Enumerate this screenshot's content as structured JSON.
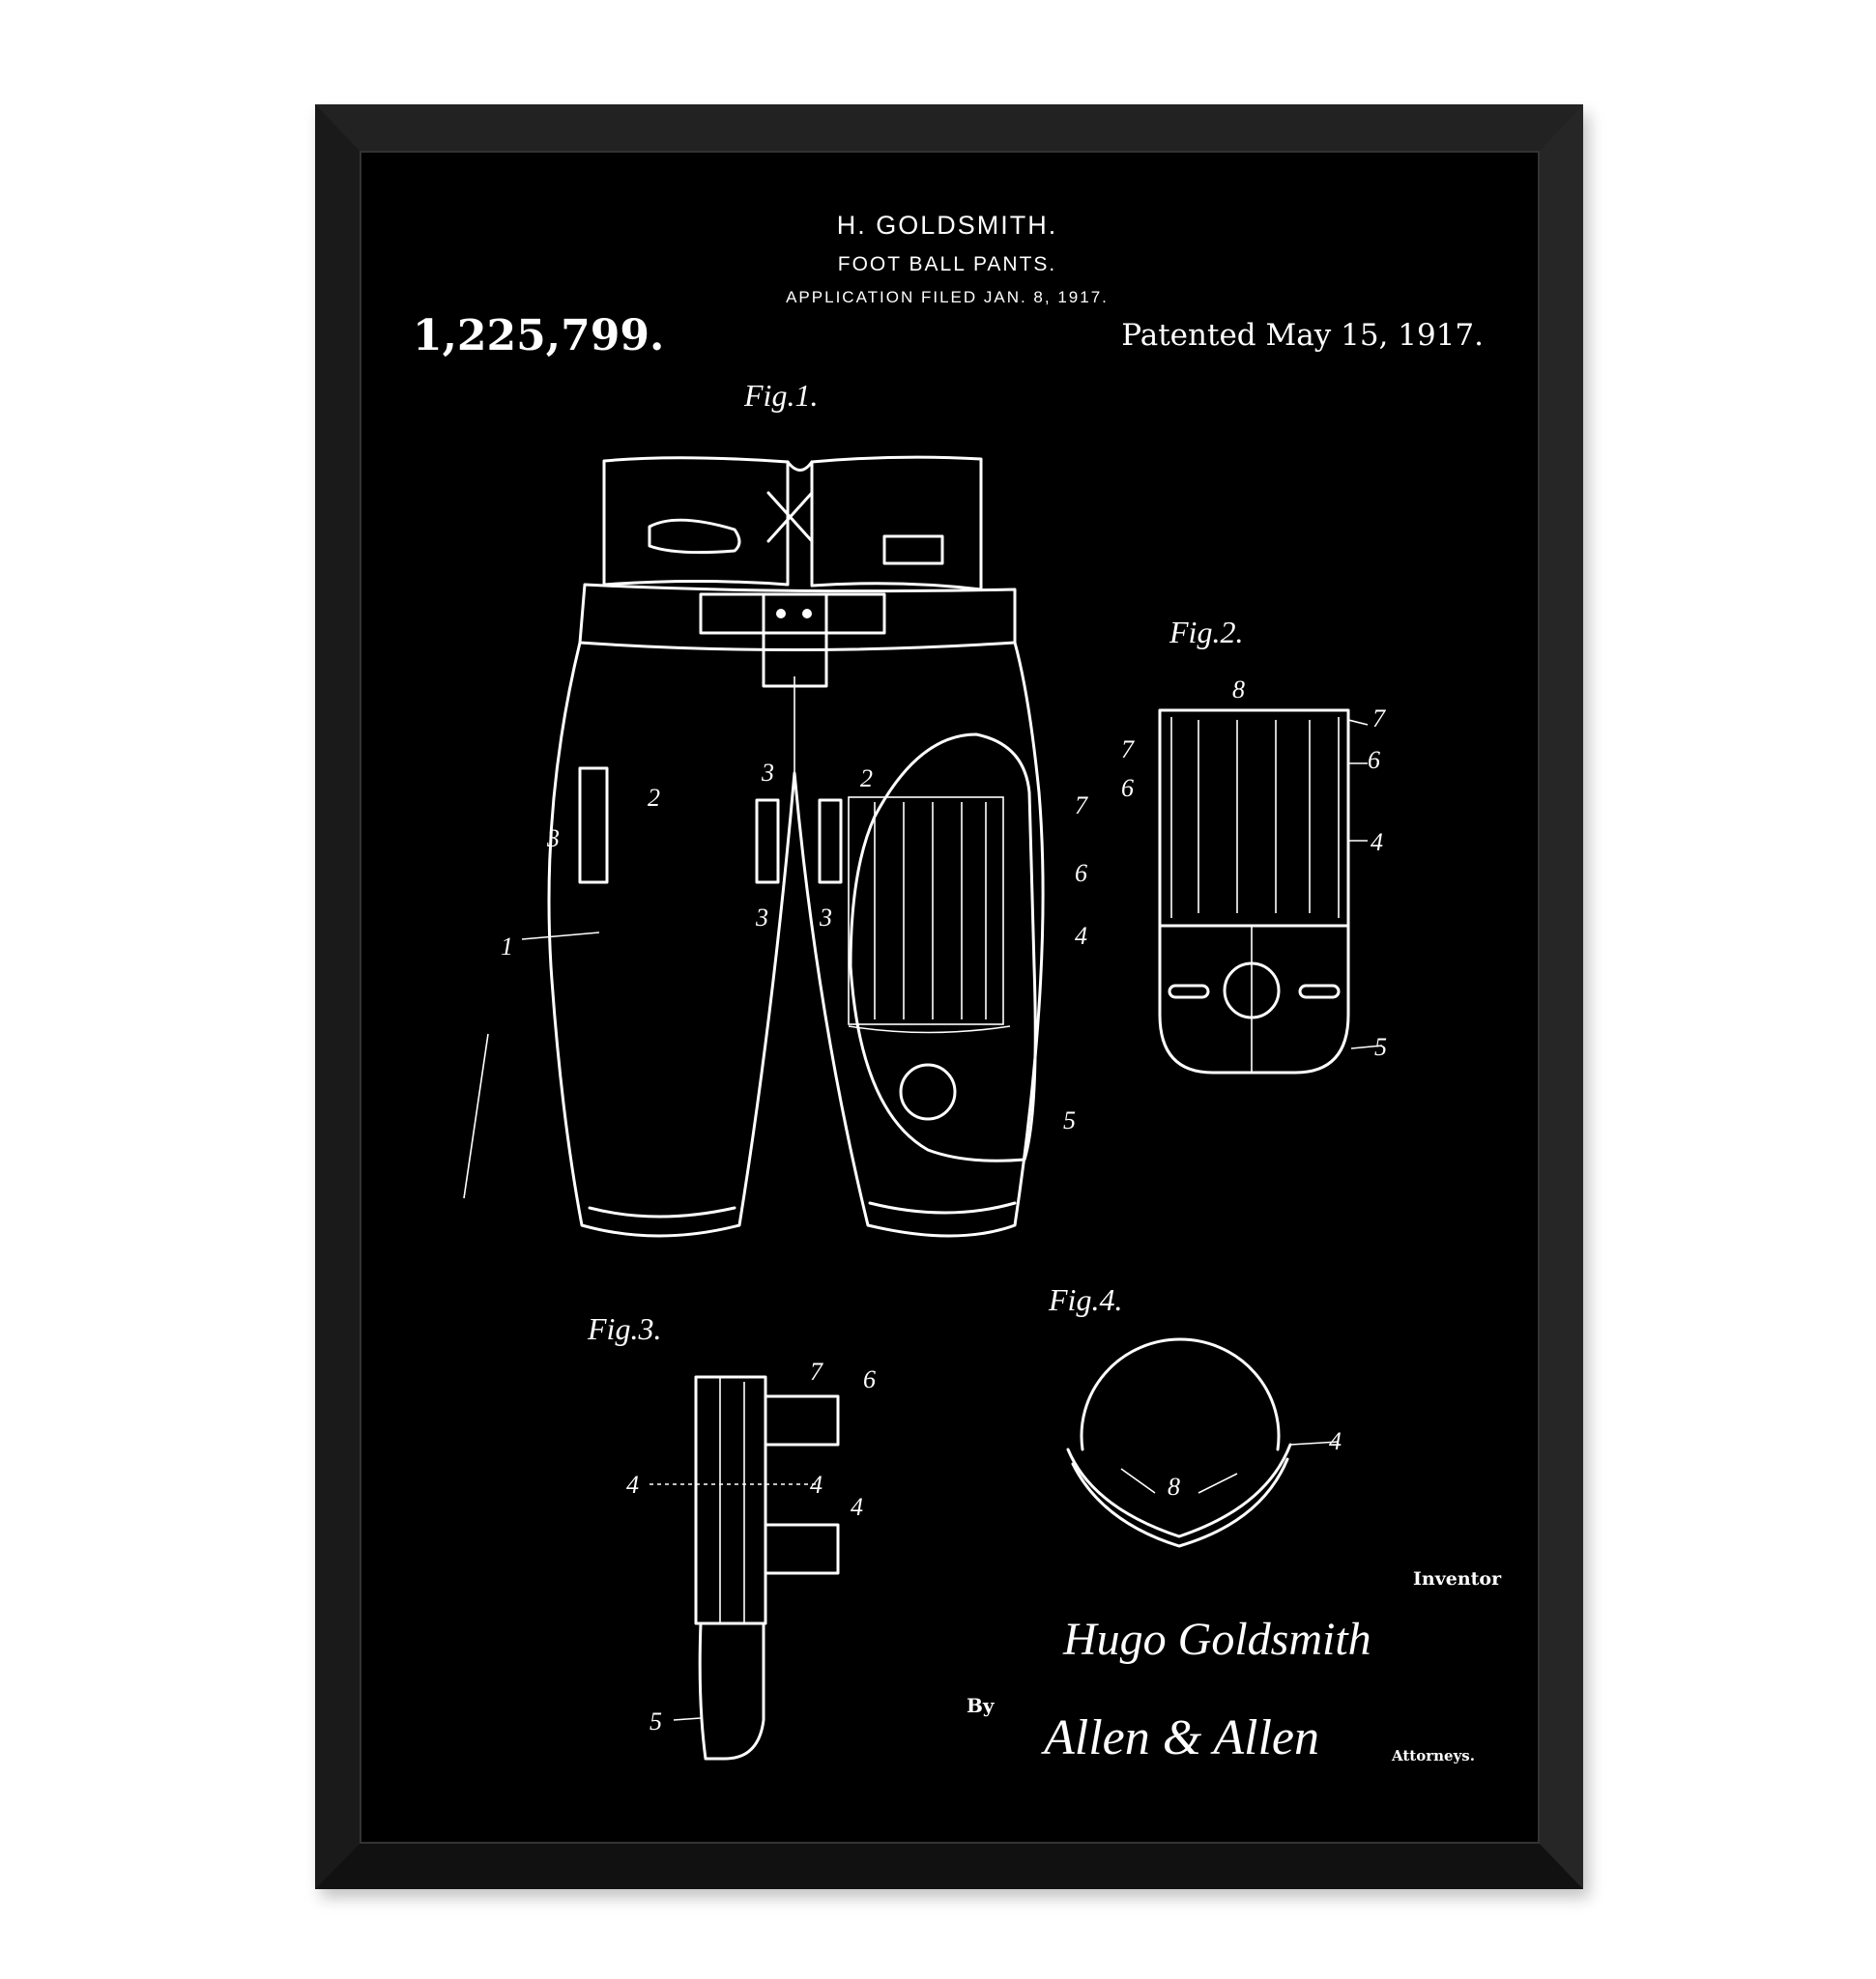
{
  "poster": {
    "inventor_header": "H. GOLDSMITH.",
    "title": "FOOT BALL PANTS.",
    "application": "APPLICATION FILED JAN. 8, 1917.",
    "patent_number": "1,225,799.",
    "patented_date": "Patented May 15, 1917.",
    "figures": {
      "fig1": "Fig.1.",
      "fig2": "Fig.2.",
      "fig3": "Fig.3.",
      "fig4": "Fig.4."
    },
    "fig1_labels": [
      "1",
      "2",
      "3",
      "3",
      "2",
      "3",
      "3",
      "7",
      "6",
      "4",
      "5"
    ],
    "fig2_labels": [
      "8",
      "7",
      "6",
      "7",
      "6",
      "4",
      "5"
    ],
    "fig3_labels": [
      "7",
      "6",
      "4",
      "4",
      "4",
      "5"
    ],
    "fig4_labels": [
      "4",
      "8"
    ],
    "inventor_label": "Inventor",
    "inventor_signature": "Hugo Goldsmith",
    "by_label": "By",
    "attorney_signature": "Allen & Allen",
    "attorney_label": "Attorneys."
  },
  "colors": {
    "frame": "#1c1c1c",
    "paper": "#000000",
    "ink": "#ffffff",
    "wall": "#ffffff"
  }
}
